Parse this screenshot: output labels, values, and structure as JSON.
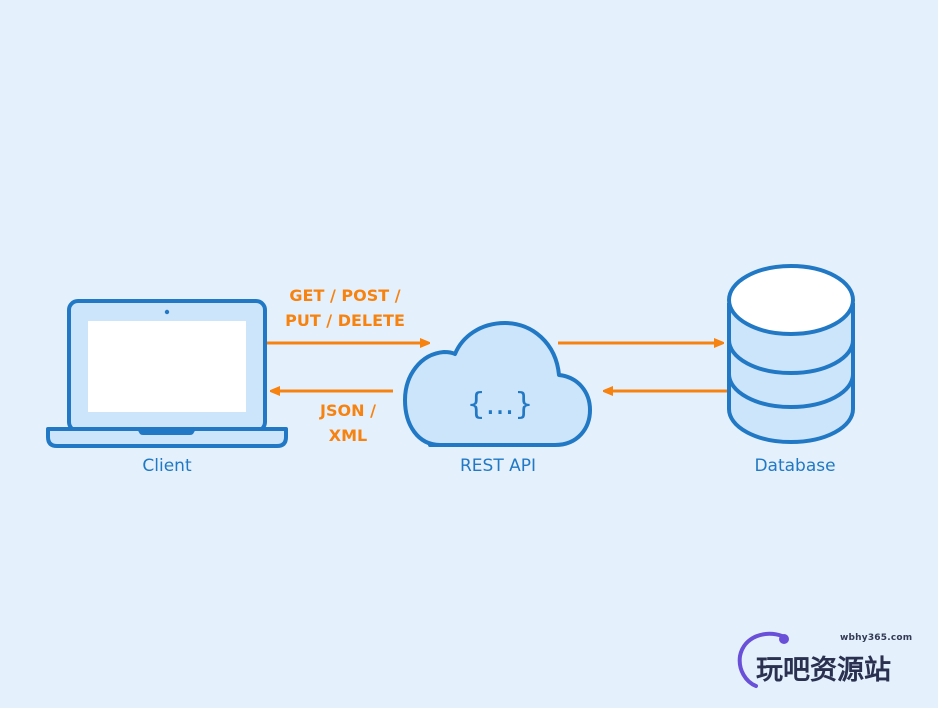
{
  "diagram": {
    "type": "architecture",
    "title": "",
    "colors": {
      "background": "#e4f1fc",
      "stroke": "#2178c4",
      "fill": "#cce5fa",
      "screen": "#ffffff",
      "arrow": "#f7820f",
      "label": "#2178c4"
    },
    "nodes": [
      {
        "id": "client",
        "label": "Client",
        "icon": "laptop-icon"
      },
      {
        "id": "api",
        "label": "REST API",
        "icon": "cloud-icon",
        "inner_text": "{...}"
      },
      {
        "id": "database",
        "label": "Database",
        "icon": "database-icon"
      }
    ],
    "edges": [
      {
        "from": "client",
        "to": "api",
        "label_lines": [
          "GET / POST /",
          "PUT / DELETE"
        ]
      },
      {
        "from": "api",
        "to": "client",
        "label_lines": [
          "JSON /",
          "XML"
        ]
      },
      {
        "from": "api",
        "to": "database",
        "label_lines": []
      },
      {
        "from": "database",
        "to": "api",
        "label_lines": []
      }
    ]
  },
  "watermark": {
    "domain": "wbhy365.com",
    "name": "玩吧资源站"
  }
}
